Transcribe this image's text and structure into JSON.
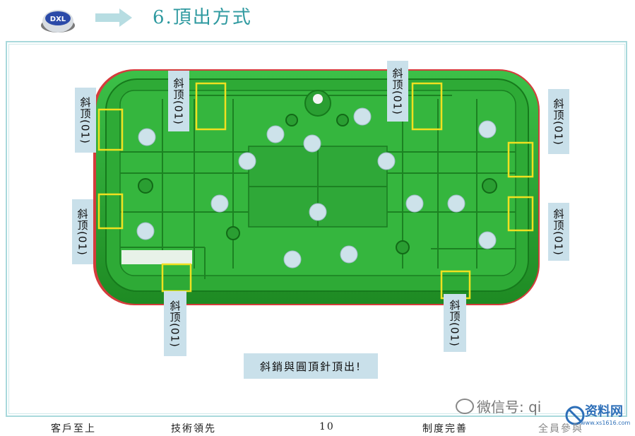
{
  "header": {
    "title": "6.頂出方式"
  },
  "labels": [
    {
      "id": "left-top",
      "text": "斜顶(01)"
    },
    {
      "id": "left-bottom",
      "text": "斜顶(01)"
    },
    {
      "id": "top-left",
      "text": "斜顶(01)"
    },
    {
      "id": "top-right",
      "text": "斜顶(01)"
    },
    {
      "id": "right-top",
      "text": "斜顶(01)"
    },
    {
      "id": "right-bottom",
      "text": "斜顶(01)"
    },
    {
      "id": "bottom-left",
      "text": "斜顶(01)"
    },
    {
      "id": "bottom-right",
      "text": "斜顶(01)"
    }
  ],
  "caption": "斜銷與圓頂針頂出!",
  "footer": {
    "left": "客戶至上",
    "center_left": "技術領先",
    "page": "10",
    "center_right": "制度完善",
    "right": "全員參與"
  },
  "watermark": {
    "text": "微信号: qi",
    "site": "资料网",
    "site_url": "www.xs1616.com"
  },
  "colors": {
    "part_green": "#2aa12e",
    "part_edge": "#d43c3c",
    "highlight": "#f0e020",
    "pin": "#cde2ea",
    "title": "#2f9aa0",
    "label_bg": "#c9e0ea"
  }
}
